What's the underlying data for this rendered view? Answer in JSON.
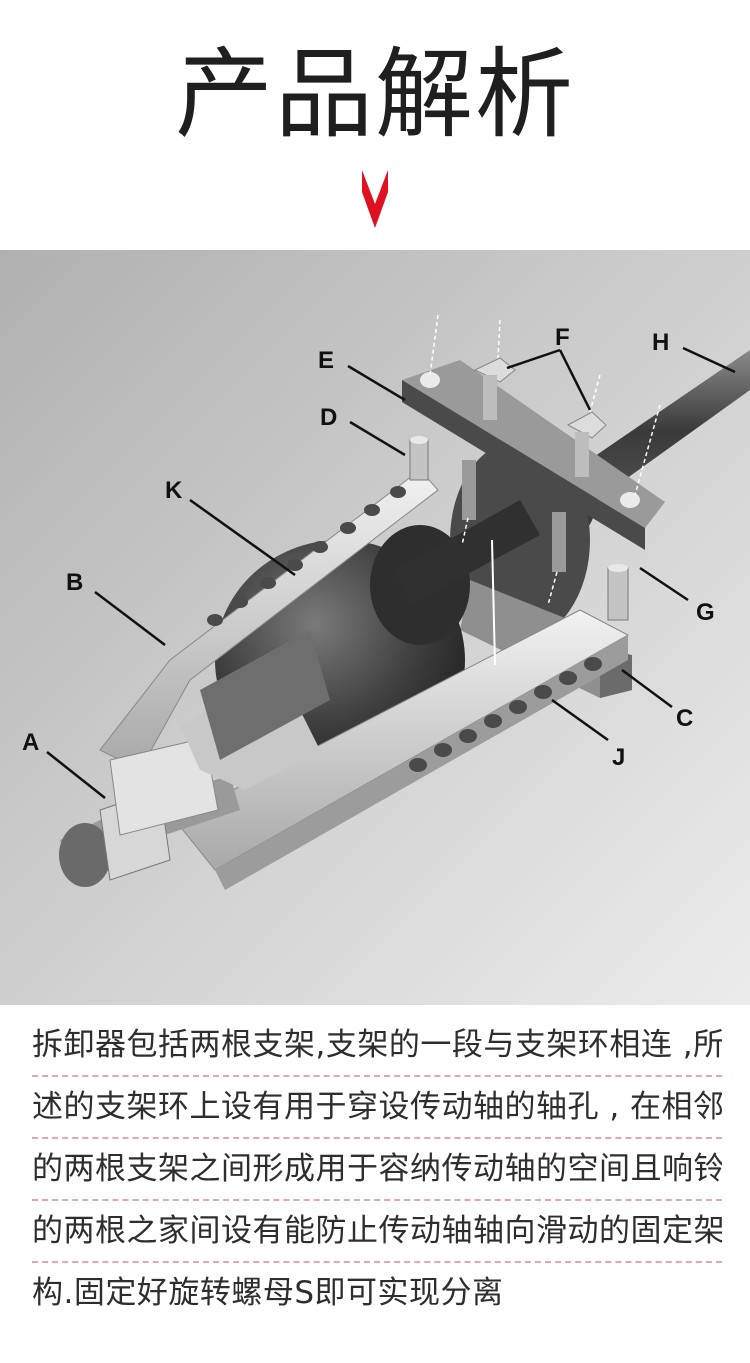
{
  "title": "产品解析",
  "accent_color": "#e01020",
  "labels": {
    "A": "A",
    "B": "B",
    "C": "C",
    "D": "D",
    "E": "E",
    "F": "F",
    "G": "G",
    "H": "H",
    "J": "J",
    "K": "K"
  },
  "description_lines": [
    "拆卸器包括两根支架,支架的一段与支架环相连 ,所",
    "述的支架环上设有用于穿设传动轴的轴孔 , 在相邻",
    "的两根支架之间形成用于容纳传动轴的空间且响铃",
    "的两根之家间设有能防止传动轴轴向滑动的固定架",
    "构.固定好旋转螺母S即可实现分离"
  ]
}
